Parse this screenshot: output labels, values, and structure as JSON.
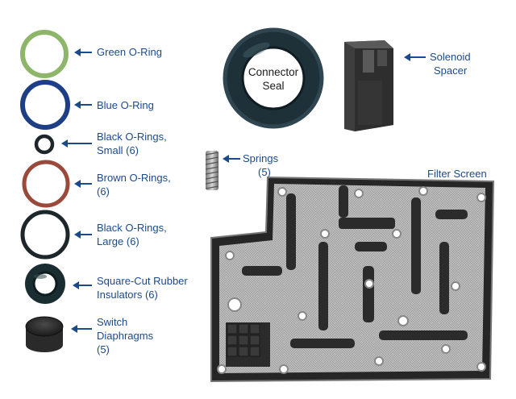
{
  "labels": {
    "green_oring": "Green O-Ring",
    "blue_oring": "Blue O-Ring",
    "black_small_1": "Black O-Rings,",
    "black_small_2": "Small (6)",
    "brown_1": "Brown O-Rings,",
    "brown_2": "(6)",
    "black_large_1": "Black O-Rings,",
    "black_large_2": "Large (6)",
    "square_cut_1": "Square-Cut Rubber",
    "square_cut_2": "Insulators (6)",
    "switch_1": "Switch",
    "switch_2": "Diaphragms",
    "switch_3": "(5)",
    "connector_1": "Connector",
    "connector_2": "Seal",
    "solenoid_1": "Solenoid",
    "solenoid_2": "Spacer",
    "springs_1": "Springs",
    "springs_2": "(5)",
    "filter": "Filter Screen"
  },
  "colors": {
    "label_text": "#1b4a8c",
    "green_ring": "#8db66a",
    "blue_ring": "#1e3f86",
    "black_ring": "#1d262a",
    "brown_ring": "#9a4a3a",
    "insulator": "#1a2d30",
    "plate": "#2a2a2a",
    "screen": "#b3b3b3"
  }
}
